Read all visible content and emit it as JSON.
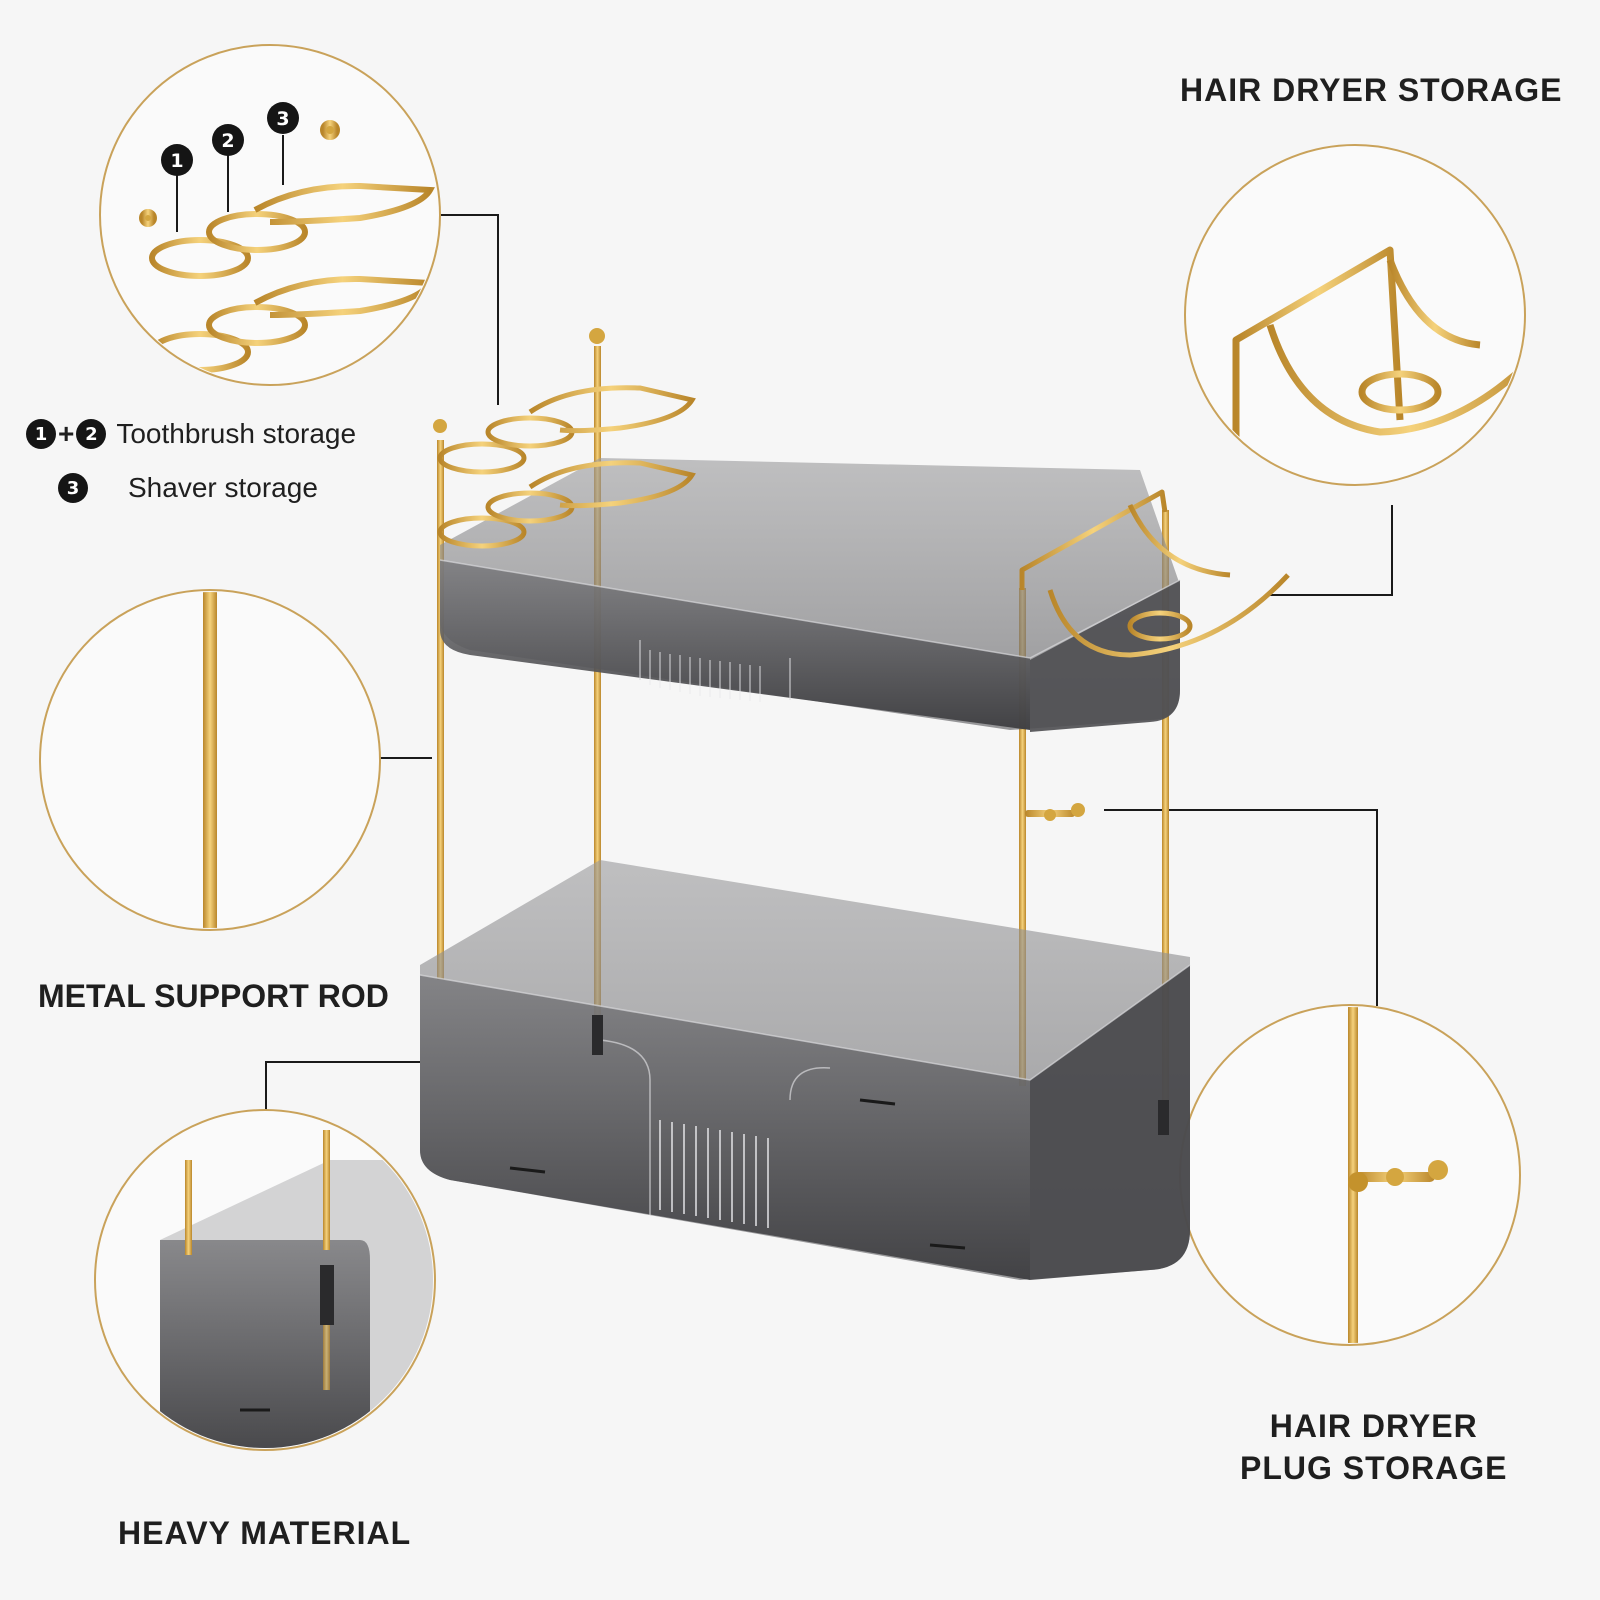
{
  "labels": {
    "hair_dryer_storage": "HAIR DRYER STORAGE",
    "metal_support_rod": "METAL SUPPORT ROD",
    "heavy_material": "HEAVY MATERIAL",
    "hair_dryer_plug_line1": "HAIR DRYER",
    "hair_dryer_plug_line2": "PLUG STORAGE"
  },
  "legend": {
    "num1": "1",
    "num2": "2",
    "num3": "3",
    "plus": "+",
    "toothbrush": "Toothbrush storage",
    "shaver": "Shaver storage"
  },
  "callout_numbers": [
    "1",
    "2",
    "3"
  ],
  "colors": {
    "gold": "#d4a640",
    "gold_light": "#f3d27a",
    "gray_tray": "#5c5c5e",
    "circle_border": "#c9a25a"
  }
}
